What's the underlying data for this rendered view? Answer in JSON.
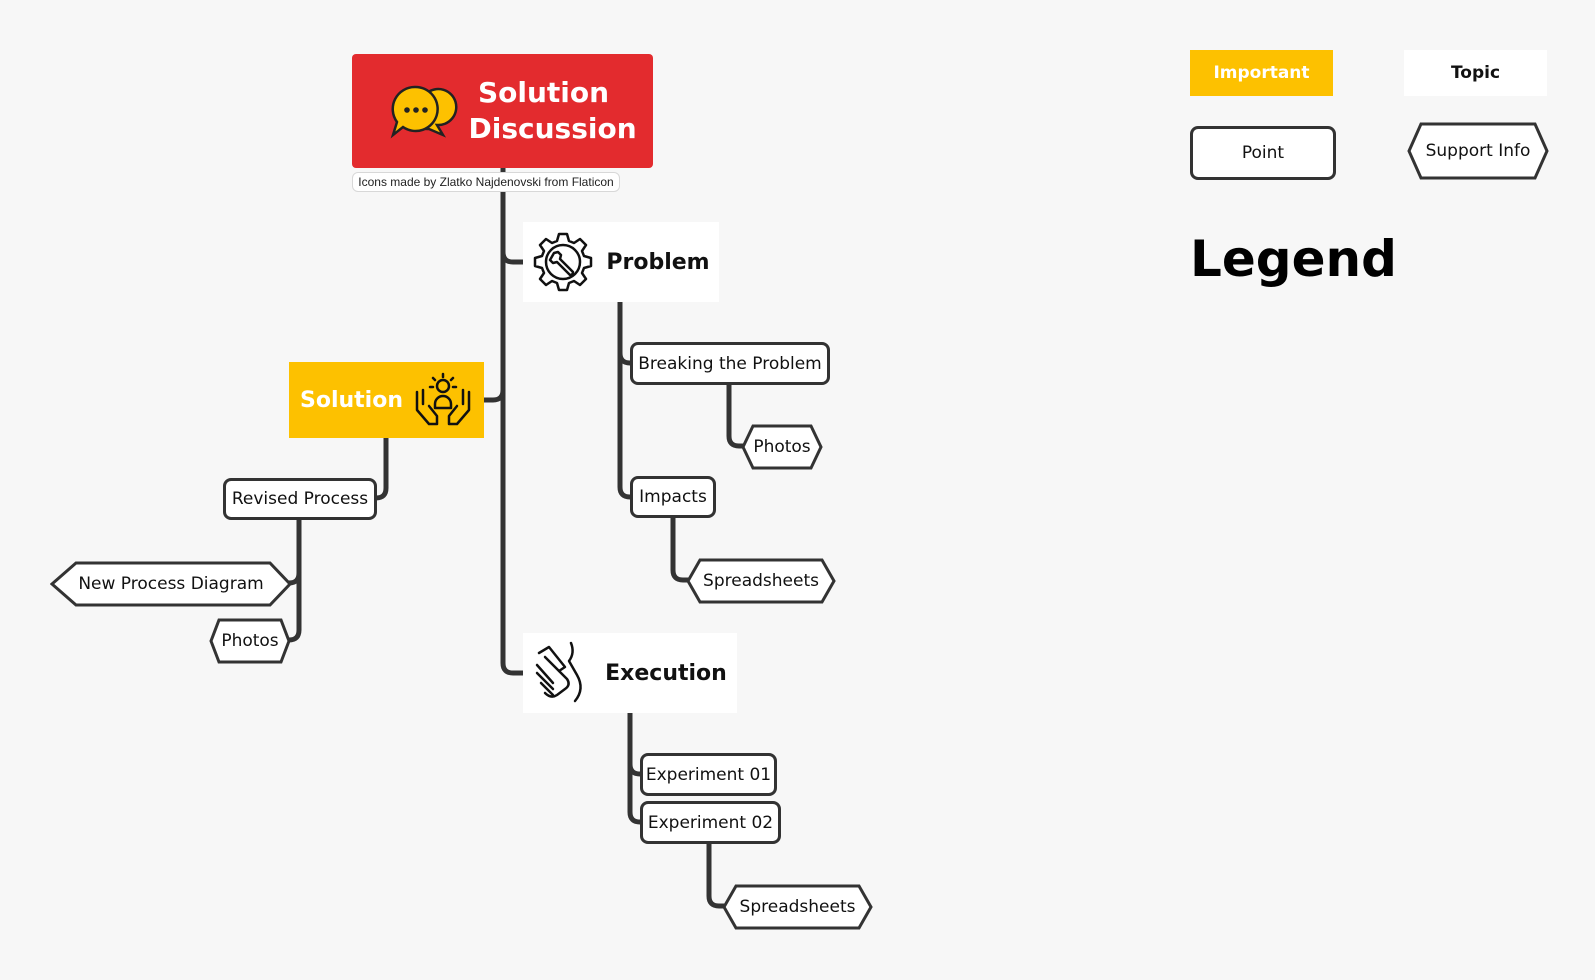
{
  "root": {
    "title": "Solution Discussion",
    "icon": "chat-bubbles-icon",
    "credit": "Icons made by Zlatko Najdenovski from Flaticon"
  },
  "topics": {
    "problem": {
      "label": "Problem",
      "icon": "gear-wrench-icon"
    },
    "solution": {
      "label": "Solution",
      "icon": "hands-holding-idea-icon"
    },
    "execution": {
      "label": "Execution",
      "icon": "handshake-icon"
    }
  },
  "points": {
    "breaking_problem": "Breaking the Problem",
    "impacts": "Impacts",
    "revised_process": "Revised Process",
    "experiment_01": "Experiment 01",
    "experiment_02": "Experiment 02"
  },
  "support": {
    "photos_problem": "Photos",
    "spreadsheets_impacts": "Spreadsheets",
    "new_process_diagram": "New Process Diagram",
    "photos_solution": "Photos",
    "spreadsheets_experiment": "Spreadsheets"
  },
  "legend": {
    "title": "Legend",
    "important": "Important",
    "topic": "Topic",
    "point": "Point",
    "support_info": "Support Info"
  },
  "colors": {
    "root": "#e32b2e",
    "important": "#fdc100",
    "connector": "#333333"
  }
}
